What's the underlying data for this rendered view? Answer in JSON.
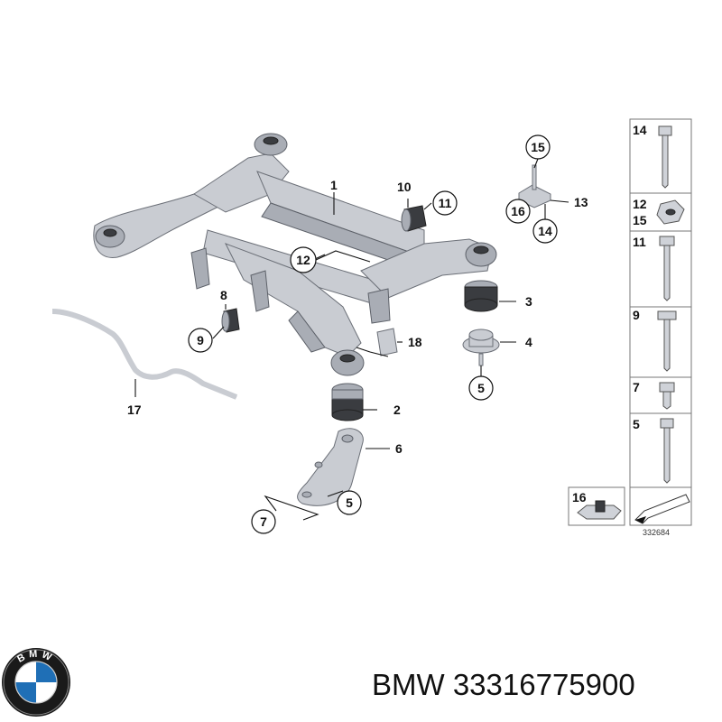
{
  "diagram": {
    "callouts": {
      "c1": "1",
      "c2": "2",
      "c3": "3",
      "c4": "4",
      "c5a": "5",
      "c5b": "5",
      "c6": "6",
      "c7": "7",
      "c8": "8",
      "c9": "9",
      "c10": "10",
      "c11": "11",
      "c12": "12",
      "c13": "13",
      "c14": "14",
      "c15": "15",
      "c16": "16",
      "c17": "17",
      "c18": "18"
    },
    "legend": {
      "i14": "14",
      "i12": "12",
      "i15": "15",
      "i11": "11",
      "i9": "9",
      "i7": "7",
      "i5": "5",
      "i16": "16"
    },
    "reference_number": "332684"
  },
  "footer": {
    "brand": "BMW",
    "part_number": "33316775900",
    "logo_letters": "BMW"
  }
}
